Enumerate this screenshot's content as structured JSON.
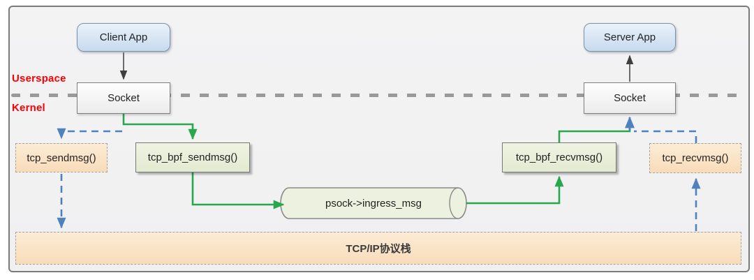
{
  "diagram": {
    "title_hint": "BPF sockmap data path diagram",
    "labels": {
      "userspace": "Userspace",
      "kernel": "Kernel"
    },
    "nodes": {
      "client_app": "Client App",
      "server_app": "Server App",
      "socket_left": "Socket",
      "socket_right": "Socket",
      "tcp_sendmsg": "tcp_sendmsg()",
      "tcp_bpf_sendmsg": "tcp_bpf_sendmsg()",
      "tcp_bpf_recvmsg": "tcp_bpf_recvmsg()",
      "tcp_recvmsg": "tcp_recvmsg()",
      "ingress_queue": "psock->ingress_msg",
      "tcpip_stack": "TCP/IP协议栈"
    },
    "edges": [
      {
        "from": "client_app",
        "to": "socket_left",
        "style": "solid-black"
      },
      {
        "from": "socket_left",
        "to": "tcp_bpf_sendmsg",
        "style": "solid-green"
      },
      {
        "from": "tcp_bpf_sendmsg",
        "to": "ingress_queue",
        "style": "solid-green"
      },
      {
        "from": "ingress_queue",
        "to": "tcp_bpf_recvmsg",
        "style": "solid-green"
      },
      {
        "from": "tcp_bpf_recvmsg",
        "to": "socket_right",
        "style": "solid-green"
      },
      {
        "from": "socket_left",
        "to": "tcp_sendmsg",
        "style": "dashed-blue"
      },
      {
        "from": "tcp_sendmsg",
        "to": "tcpip_stack",
        "style": "dashed-blue"
      },
      {
        "from": "tcpip_stack",
        "to": "tcp_recvmsg",
        "style": "dashed-blue"
      },
      {
        "from": "tcp_recvmsg",
        "to": "socket_right",
        "style": "dashed-blue"
      },
      {
        "from": "socket_right",
        "to": "server_app",
        "style": "solid-black"
      }
    ],
    "colors": {
      "green_arrow": "#28a74e",
      "blue_arrow": "#4f81bd",
      "black_arrow": "#3f3f3f",
      "red_label": "#fb0006",
      "separator_gray": "#999999",
      "peach_fill": "#f9e0c0",
      "bpf_fill": "#e9efd9",
      "cylinder_fill": "#edf1e0",
      "app_fill": "#d5e4f2",
      "frame_bg": "#f2f2f2"
    }
  }
}
